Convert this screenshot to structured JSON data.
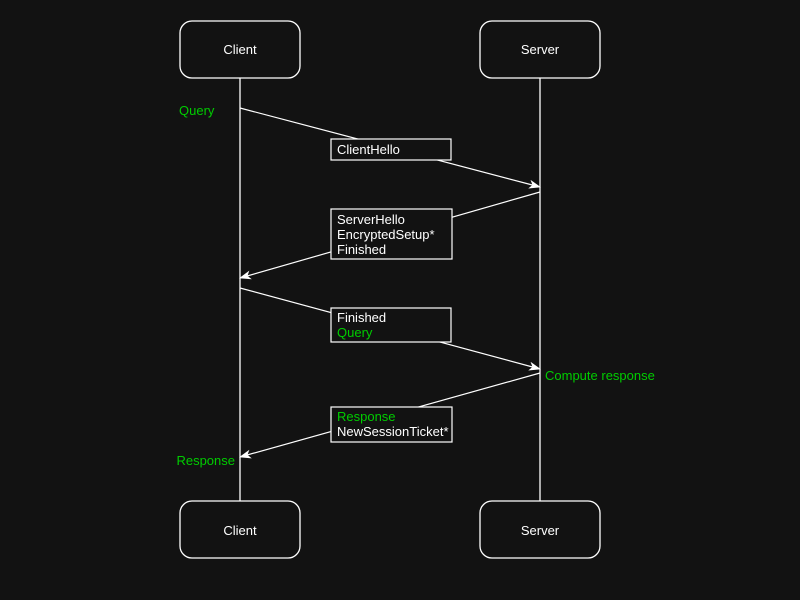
{
  "diagram": {
    "type": "sequence-diagram",
    "background": "#121212",
    "line_color": "#ffffff",
    "accent_color": "#00cc00",
    "actors": {
      "client": "Client",
      "server": "Server"
    },
    "messages": [
      {
        "name": "client-hello",
        "from": "Client",
        "to": "Server",
        "lines": [
          {
            "text": "ClientHello",
            "color": "#ffffff"
          }
        ]
      },
      {
        "name": "server-hello-flight",
        "from": "Server",
        "to": "Client",
        "lines": [
          {
            "text": "ServerHello",
            "color": "#ffffff"
          },
          {
            "text": "EncryptedSetup*",
            "color": "#ffffff"
          },
          {
            "text": "Finished",
            "color": "#ffffff"
          }
        ]
      },
      {
        "name": "client-finished-query",
        "from": "Client",
        "to": "Server",
        "lines": [
          {
            "text": "Finished",
            "color": "#ffffff"
          },
          {
            "text": "Query",
            "color": "#00cc00"
          }
        ]
      },
      {
        "name": "response-session-ticket",
        "from": "Server",
        "to": "Client",
        "lines": [
          {
            "text": "Response",
            "color": "#00cc00"
          },
          {
            "text": "NewSessionTicket*",
            "color": "#ffffff"
          }
        ]
      }
    ],
    "annotations": [
      {
        "name": "query-sent",
        "text": "Query",
        "side": "client",
        "color": "#00cc00"
      },
      {
        "name": "compute-response",
        "text": "Compute response",
        "side": "server",
        "color": "#00cc00"
      },
      {
        "name": "response-received",
        "text": "Response",
        "side": "client",
        "color": "#00cc00"
      }
    ]
  }
}
